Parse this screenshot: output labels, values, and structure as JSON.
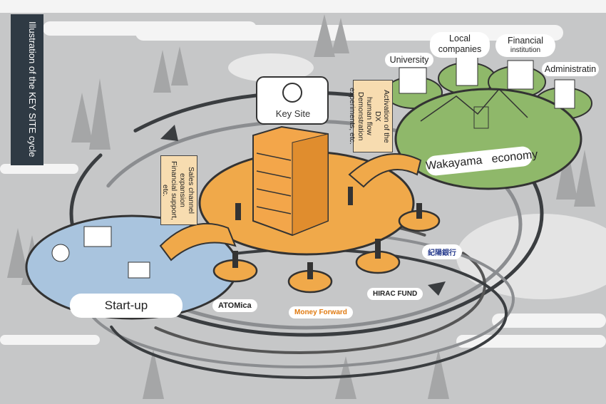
{
  "title": "Illustration of the KEY SITE cycle",
  "key_site": {
    "label": "Key Site"
  },
  "hubs": {
    "startup": "Start-up",
    "wakayama_word1": "Wakayama",
    "wakayama_word2": "economy"
  },
  "stakeholders": [
    {
      "line1": "University",
      "line2": ""
    },
    {
      "line1": "Local",
      "line2": "companies"
    },
    {
      "line1": "Financial",
      "line2": "institution"
    },
    {
      "line1": "Administratin",
      "line2": ""
    }
  ],
  "scrolls": {
    "left": [
      "Sales channel",
      "expansion",
      "Financial support, etc."
    ],
    "right": [
      "Activation of the DX",
      "human flow",
      "Demonstration",
      "experiments, etc."
    ]
  },
  "partners": [
    "ATOMica",
    "Money Forward",
    "HIRAC FUND",
    "紀陽銀行"
  ],
  "colors": {
    "startup": "#a9c4de",
    "keysite": "#f0a94a",
    "wakayama": "#8fb86a",
    "title_bg": "#2f3a44"
  }
}
